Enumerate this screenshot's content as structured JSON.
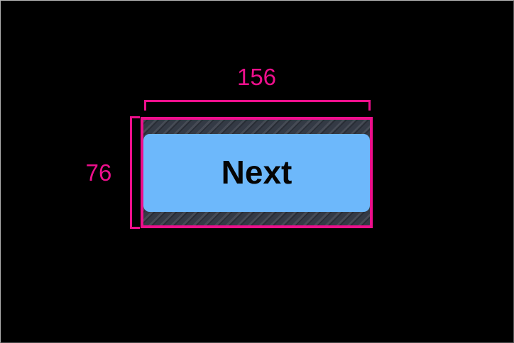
{
  "overlay": {
    "type": "element-inspector-measurement-overlay",
    "background_color": "#000000",
    "accent_color": "#ED0F8C",
    "width_measurement": "156",
    "height_measurement": "76",
    "width_unit_implied": "px",
    "height_unit_implied": "px"
  },
  "element": {
    "role": "button",
    "label": "Next",
    "fill_color": "#6DB8FB",
    "text_color": "#050505",
    "padding_region_color": "#343a45",
    "padding_region_style": "diagonal-hatch"
  }
}
